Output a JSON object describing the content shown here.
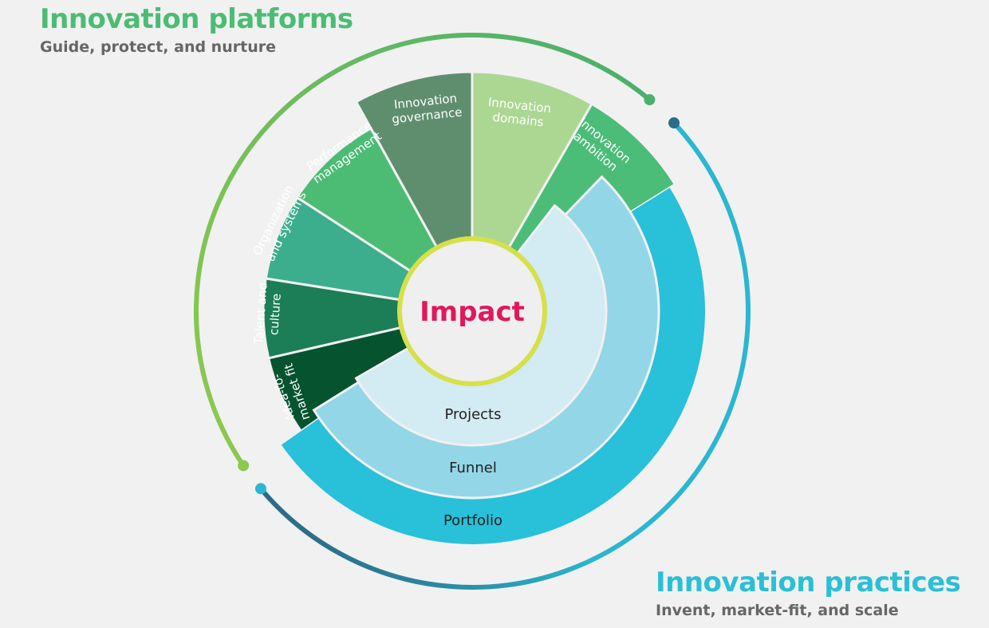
{
  "platforms": {
    "title": "Innovation platforms",
    "subtitle": "Guide, protect, and nurture",
    "color": "#4cbc74"
  },
  "practices": {
    "title": "Innovation practices",
    "subtitle": "Invent, market-fit, and scale",
    "color": "#2bbfd6"
  },
  "center": {
    "label": "Impact",
    "label_color": "#e0185c",
    "ring_color": "#d6e04a",
    "fill": "#efefef"
  },
  "platform_segments": [
    {
      "lines": [
        "Innovation",
        "domains"
      ],
      "color": "#acd792"
    },
    {
      "lines": [
        "Innovation",
        "ambition"
      ],
      "color": "#4cbc79"
    },
    {
      "lines": [
        "Innovation",
        "governance"
      ],
      "color": "#5f8e6f"
    },
    {
      "lines": [
        "Performance",
        "management"
      ],
      "color": "#4cbc74"
    },
    {
      "lines": [
        "Organization",
        "and systems"
      ],
      "color": "#3dae8d"
    },
    {
      "lines": [
        "Talent and",
        "culture"
      ],
      "color": "#1b7e57"
    },
    {
      "lines": [
        "Idea-to-",
        "market fit"
      ],
      "color": "#05532f"
    }
  ],
  "practice_rings": [
    {
      "label": "Projects",
      "color": "#d3ebf2"
    },
    {
      "label": "Funnel",
      "color": "#93d6e7"
    },
    {
      "label": "Portfolio",
      "color": "#29c0d9"
    }
  ],
  "arcs": {
    "platforms_gradient": [
      "#8cc850",
      "#4bb06c"
    ],
    "practices_gradient": [
      "#2ab7cf",
      "#2b6d87"
    ]
  }
}
